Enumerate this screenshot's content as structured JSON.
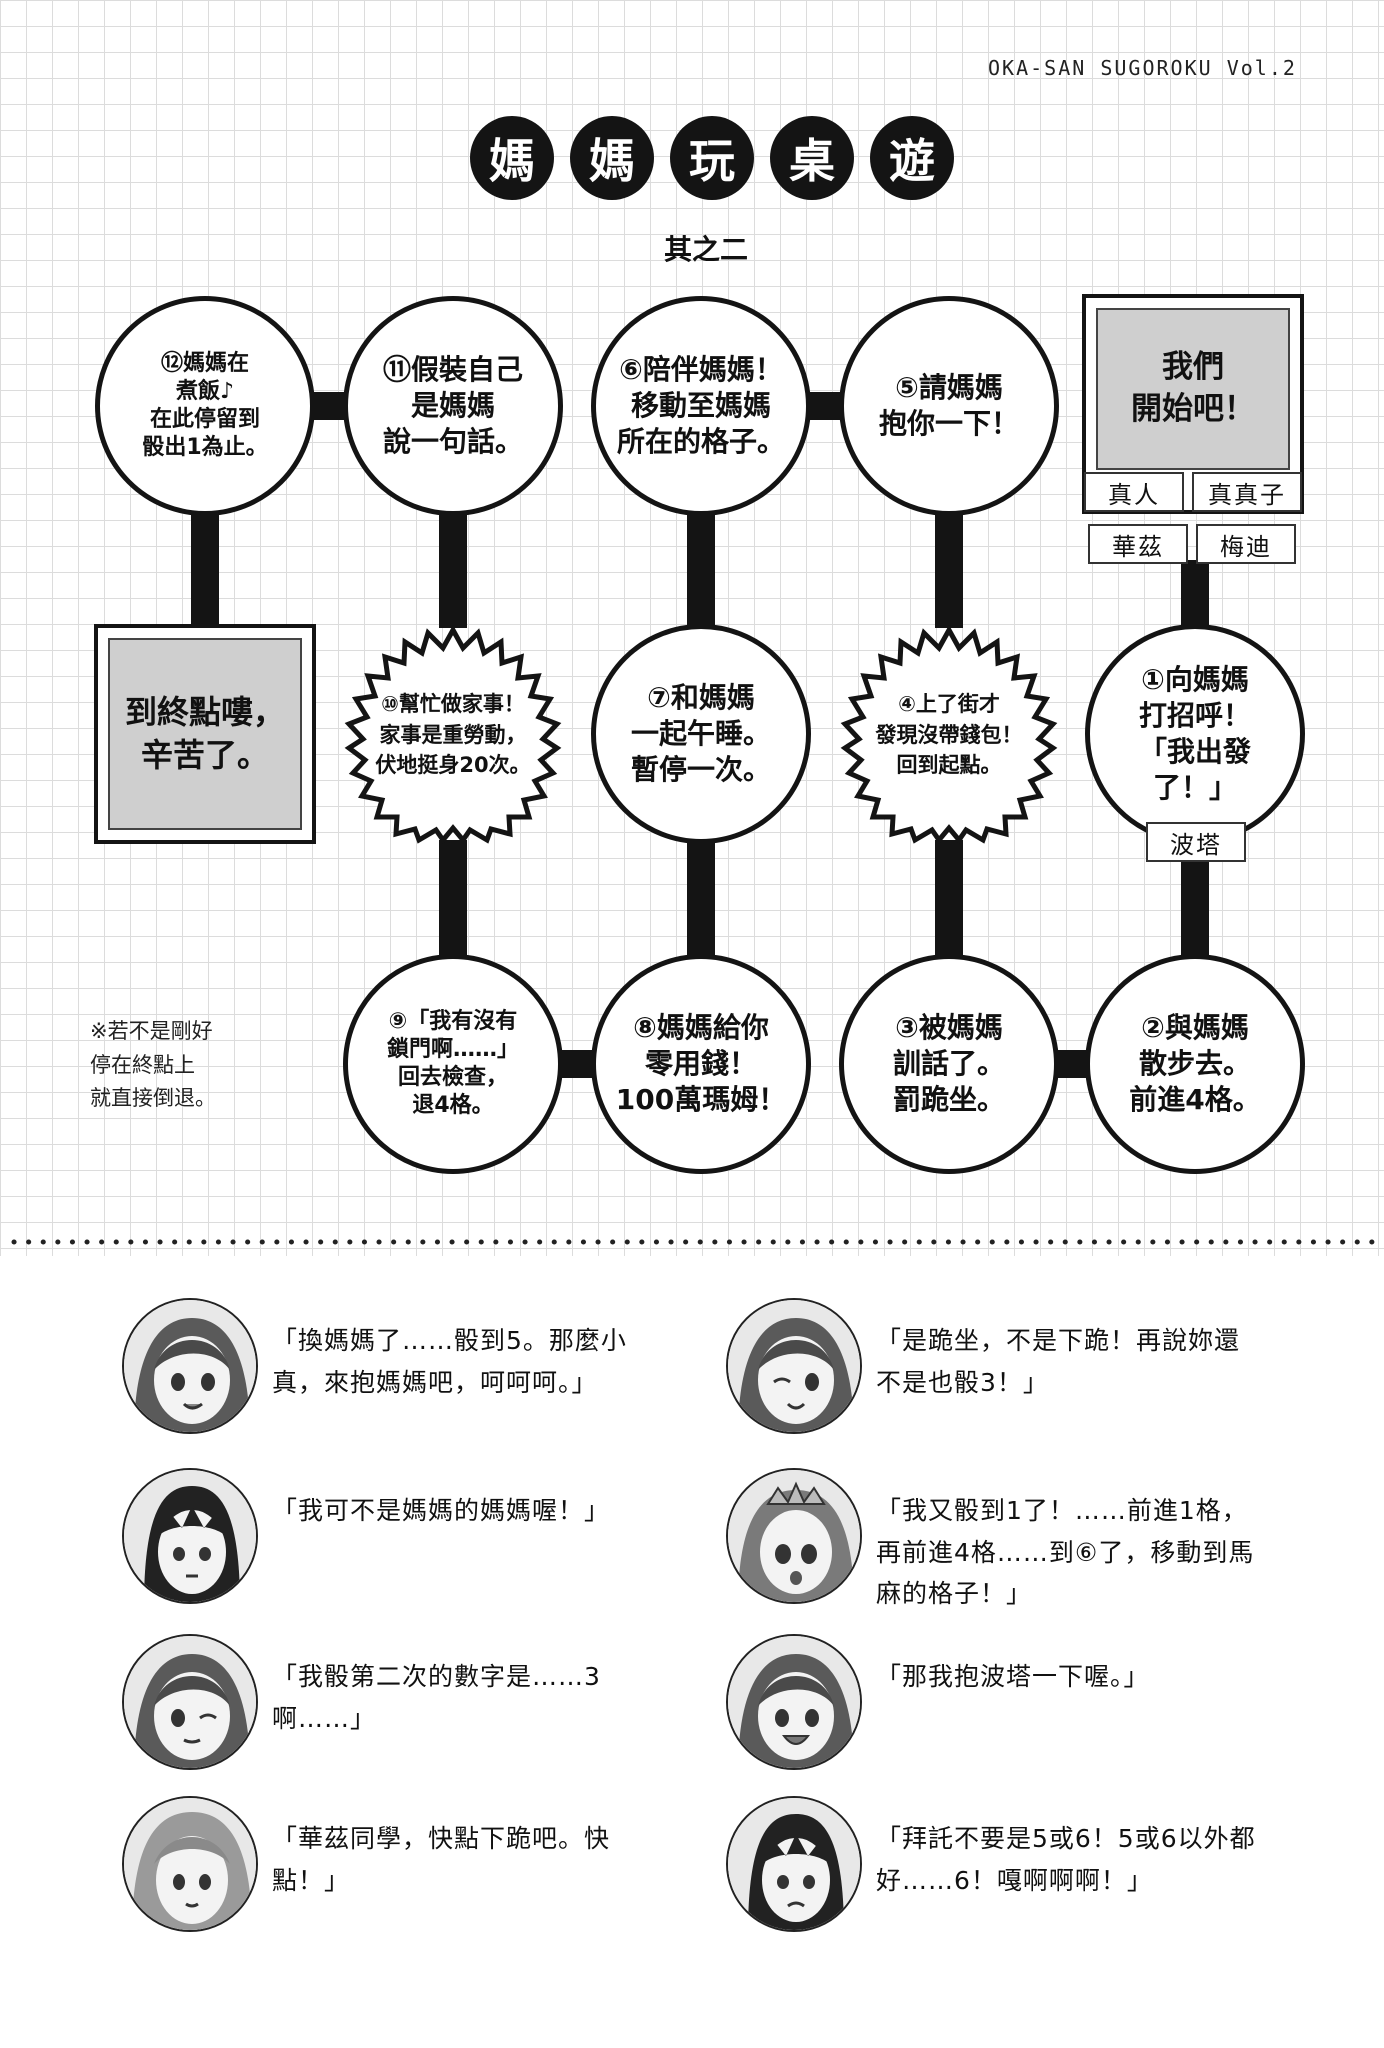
{
  "header": {
    "series_tag": "OKA-SAN SUGOROKU Vol.2"
  },
  "title": {
    "chars": [
      "媽",
      "媽",
      "玩",
      "桌",
      "遊"
    ],
    "subtitle": "其之二"
  },
  "start": {
    "label": "我們\n開始吧！",
    "names_top": [
      "真人",
      "真真子"
    ],
    "names_bottom": [
      "華茲",
      "梅迪"
    ]
  },
  "goal": {
    "label": "到終點嘍，\n辛苦了。"
  },
  "squares": [
    {
      "num": "①",
      "text": "①向媽媽\n打招呼！\n「我出發\n了！」",
      "tag": "波塔"
    },
    {
      "num": "②",
      "text": "②與媽媽\n散步去。\n前進4格。"
    },
    {
      "num": "③",
      "text": "③被媽媽\n訓話了。\n罰跪坐。"
    },
    {
      "num": "④",
      "text": "④上了街才\n發現沒帶錢包！\n回到起點。"
    },
    {
      "num": "⑤",
      "text": "⑤請媽媽\n抱你一下！"
    },
    {
      "num": "⑥",
      "text": "⑥陪伴媽媽！\n移動至媽媽\n所在的格子。"
    },
    {
      "num": "⑦",
      "text": "⑦和媽媽\n一起午睡。\n暫停一次。"
    },
    {
      "num": "⑧",
      "text": "⑧媽媽給你\n零用錢！\n100萬瑪姆！"
    },
    {
      "num": "⑨",
      "text": "⑨「我有沒有\n鎖門啊……」\n回去檢查，\n退4格。"
    },
    {
      "num": "⑩",
      "text": "⑩幫忙做家事！\n家事是重勞動，\n伏地挺身20次。"
    },
    {
      "num": "⑪",
      "text": "⑪假裝自己\n是媽媽\n說一句話。"
    },
    {
      "num": "⑫",
      "text": "⑫媽媽在\n煮飯♪\n在此停留到\n骰出1為止。"
    }
  ],
  "note": "※若不是剛好\n停在終點上\n就直接倒退。",
  "dialogues": {
    "left": [
      {
        "avatar": "girl-red-hair-avatar",
        "text": "「換媽媽了……骰到5。那麼小\n真，來抱媽媽吧，呵呵呵。」"
      },
      {
        "avatar": "boy-dark-hair-avatar",
        "text": "「我可不是媽媽的媽媽喔！」"
      },
      {
        "avatar": "girl-red-hair-wink-avatar",
        "text": "「我骰第二次的數字是……3\n啊……」"
      },
      {
        "avatar": "girl-long-hair-avatar",
        "text": "「華茲同學，快點下跪吧。快\n點！」"
      }
    ],
    "right": [
      {
        "avatar": "girl-wink-avatar",
        "text": "「是跪坐，不是下跪！再說妳還\n不是也骰3！」"
      },
      {
        "avatar": "girl-tiara-avatar",
        "text": "「我又骰到1了！……前進1格，\n再前進4格……到⑥了，移動到馬\n麻的格子！」"
      },
      {
        "avatar": "girl-red-hair-happy-avatar",
        "text": "「那我抱波塔一下喔。」"
      },
      {
        "avatar": "boy-worried-avatar",
        "text": "「拜託不要是5或6！5或6以外都\n好……6！嘎啊啊啊！」"
      }
    ]
  }
}
